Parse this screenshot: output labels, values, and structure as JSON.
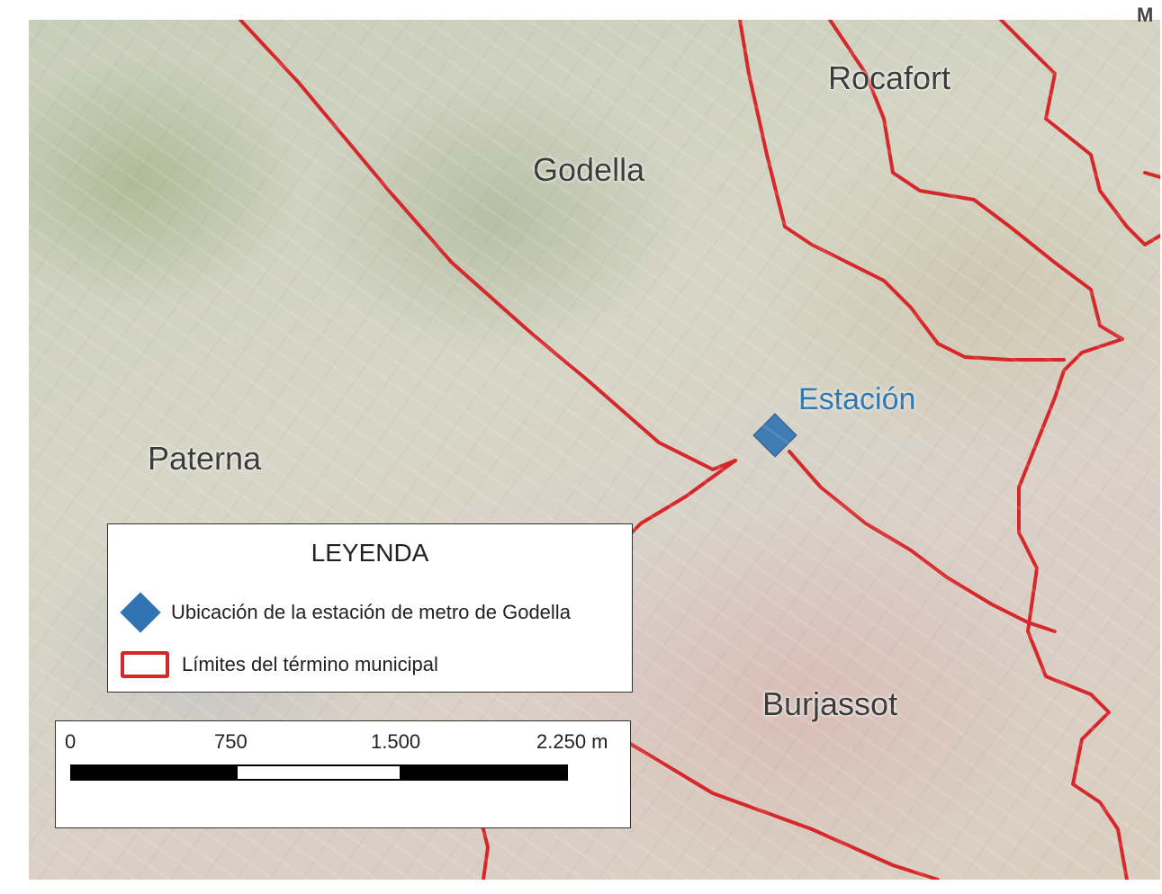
{
  "map": {
    "towns": {
      "rocafort": "Rocafort",
      "godella": "Godella",
      "paterna": "Paterna",
      "burjassot": "Burjassot"
    },
    "station_label": "Estación",
    "corner_mark": "M",
    "colors": {
      "boundary": "#d6282b",
      "station": "#2f73b3"
    }
  },
  "legend": {
    "title": "LEYENDA",
    "items": [
      {
        "symbol": "blue-diamond",
        "label": "Ubicación de la estación de metro de Godella"
      },
      {
        "symbol": "red-outline-rectangle",
        "label": "Límites del término municipal"
      }
    ]
  },
  "scale_bar": {
    "ticks": [
      "0",
      "750",
      "1.500",
      "2.250 m"
    ]
  }
}
